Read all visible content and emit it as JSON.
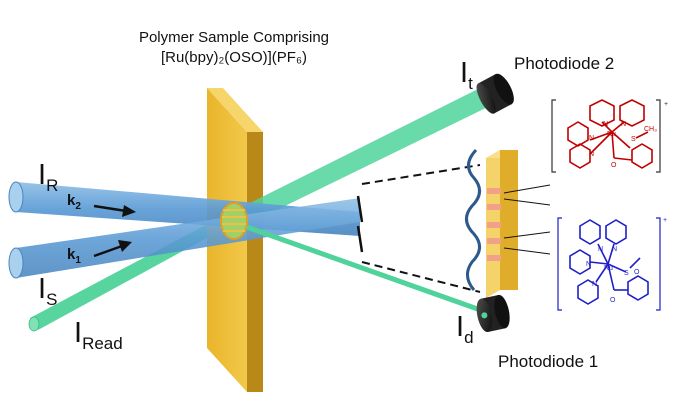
{
  "title": {
    "line1": "Polymer Sample Comprising",
    "formula": "[Ru(bpy)₂(OSO)](PF₆)"
  },
  "beam_labels": {
    "IR": {
      "main": "I",
      "sub": "R"
    },
    "IS": {
      "main": "I",
      "sub": "S"
    },
    "IRead": {
      "main": "I",
      "sub": "Read"
    },
    "It": {
      "main": "I",
      "sub": "t"
    },
    "Id": {
      "main": "I",
      "sub": "d"
    }
  },
  "wave_vectors": {
    "k2": {
      "main": "k",
      "sub": "2"
    },
    "k1": {
      "main": "k",
      "sub": "1"
    }
  },
  "detectors": {
    "top": "Photodiode 2",
    "bottom": "Photodiode 1"
  },
  "colors": {
    "write_beam": "#5b9bd5",
    "read_beam": "#4fd39a",
    "sample": "#e7b52c",
    "isomer_red": "#c00000",
    "isomer_blue": "#1f1fc8"
  },
  "molecules": {
    "red": {
      "atom_N1": "N",
      "atom_N2": "N",
      "atom_N3": "N",
      "atom_N4": "N",
      "metal": "Ru",
      "sulfur": "S",
      "oxygen": "O",
      "methyl": "CH₃",
      "charge": "+"
    },
    "blue": {
      "atom_N1": "N",
      "atom_N2": "N",
      "atom_N3": "N",
      "atom_N4": "N",
      "metal": "Ru",
      "sulfur": "S",
      "sulfoxide_o": "O",
      "oxygen": "O",
      "charge": "+"
    }
  }
}
